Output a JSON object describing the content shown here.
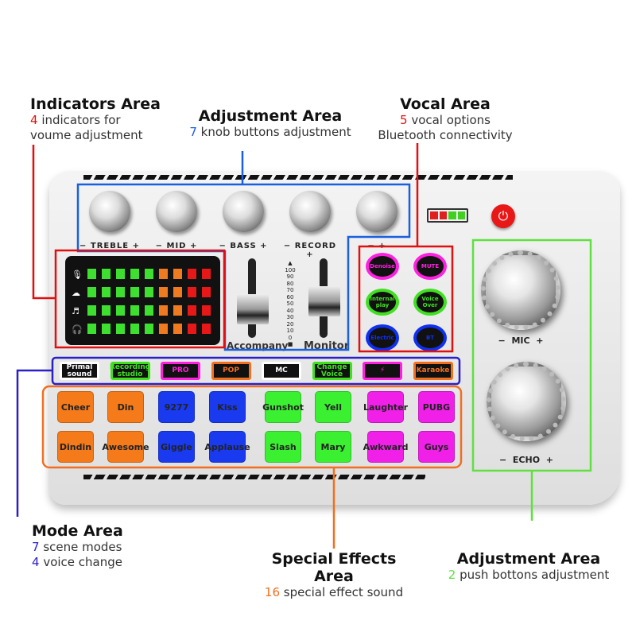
{
  "colors": {
    "indicators": "#e01010",
    "adjustment": "#1a5fe0",
    "vocal": "#e01010",
    "mode": "#2a20c8",
    "effects": "#f07020",
    "push": "#60e040"
  },
  "callouts": {
    "indicators": {
      "title": "Indicators Area",
      "num": "4",
      "text": " indicators for",
      "text2": "voume adjustment"
    },
    "adjustment_top": {
      "title": "Adjustment Area",
      "num": "7",
      "text": " knob buttons adjustment"
    },
    "vocal": {
      "title": "Vocal Area",
      "num": "5",
      "text": " vocal options",
      "text2": "Bluetooth connectivity"
    },
    "mode": {
      "title": "Mode Area",
      "num1": "7",
      "text1": " scene modes",
      "num2": "4",
      "text2": " voice change"
    },
    "effects": {
      "title": "Special Effects Area",
      "num": "16",
      "text": " special effect sound"
    },
    "adjustment_bottom": {
      "title": "Adjustment Area",
      "num": "2",
      "text": " push bottons adjustment"
    }
  },
  "knobs": [
    "TREBLE",
    "MID",
    "BASS",
    "RECORD",
    ""
  ],
  "faders": {
    "left": "Accompany",
    "right": "Monitor",
    "scale": [
      "100",
      "90",
      "80",
      "70",
      "60",
      "50",
      "40",
      "30",
      "20",
      "10",
      "0"
    ]
  },
  "vocal_buttons": [
    {
      "label": "Denoise",
      "color": "#ff20e0"
    },
    {
      "label": "MUTE",
      "color": "#ff20e0"
    },
    {
      "label": "Internal play",
      "color": "#40e020"
    },
    {
      "label": "Voice Over",
      "color": "#40e020"
    },
    {
      "label": "Electric",
      "color": "#1030f0"
    },
    {
      "label": "BT",
      "color": "#1030f0"
    }
  ],
  "modes": [
    {
      "label": "Primal sound",
      "color": "#ffffff"
    },
    {
      "label": "Recording studio",
      "color": "#40e020"
    },
    {
      "label": "PRO",
      "color": "#ff20e0"
    },
    {
      "label": "POP",
      "color": "#f07020"
    },
    {
      "label": "MC",
      "color": "#ffffff"
    },
    {
      "label": "Change Voice",
      "color": "#40e020"
    },
    {
      "label": "⚡",
      "color": "#ff20e0"
    },
    {
      "label": "Karaoke",
      "color": "#f07020"
    }
  ],
  "pads": [
    {
      "label": "Cheer",
      "color": "#f57a1a"
    },
    {
      "label": "Din",
      "color": "#f57a1a"
    },
    {
      "label": "9277",
      "color": "#1a3af0"
    },
    {
      "label": "Kiss",
      "color": "#1a3af0"
    },
    {
      "label": "Gunshot",
      "color": "#3af030"
    },
    {
      "label": "Yell",
      "color": "#3af030"
    },
    {
      "label": "Laughter",
      "color": "#f020e8"
    },
    {
      "label": "PUBG",
      "color": "#f020e8"
    },
    {
      "label": "Dindin",
      "color": "#f57a1a"
    },
    {
      "label": "Awesome",
      "color": "#f57a1a"
    },
    {
      "label": "Giggle",
      "color": "#1a3af0"
    },
    {
      "label": "Applause",
      "color": "#1a3af0"
    },
    {
      "label": "Slash",
      "color": "#3af030"
    },
    {
      "label": "Mary",
      "color": "#3af030"
    },
    {
      "label": "Awkward",
      "color": "#f020e8"
    },
    {
      "label": "Guys",
      "color": "#f020e8"
    }
  ],
  "big_knobs": [
    "MIC",
    "ECHO"
  ],
  "battery_levels": [
    "#e02020",
    "#e02020",
    "#40d020",
    "#40d020"
  ],
  "icons": [
    "microphone-icon",
    "cloud-icon",
    "music-note-icon",
    "headphones-icon",
    "power-icon",
    "battery-icon"
  ]
}
